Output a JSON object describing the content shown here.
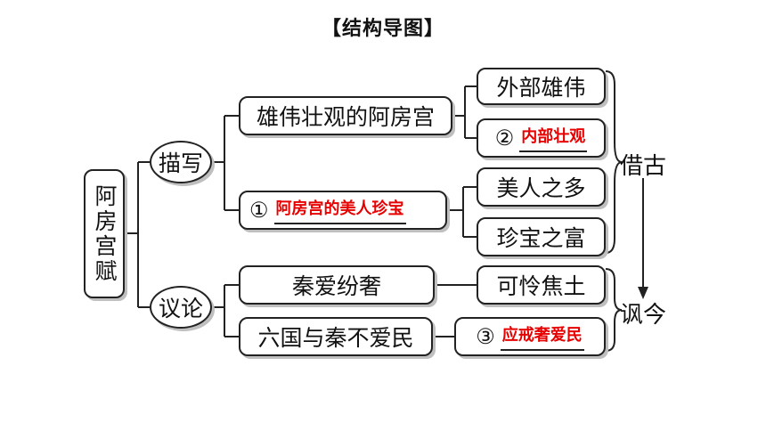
{
  "title": "【结构导图】",
  "root": "阿房宫赋",
  "level1": {
    "describe": "描写",
    "discuss": "议论"
  },
  "level2": {
    "palace": "雄伟壮观的阿房宫",
    "beauties_num": "①",
    "beauties_answer": "阿房宫的美人珍宝",
    "qin_luxury": "秦爱纷奢",
    "six_states": "六国与秦不爱民"
  },
  "level3": {
    "exterior": "外部雄伟",
    "interior_num": "②",
    "interior_answer": "内部壮观",
    "many_beauties": "美人之多",
    "rich_treasure": "珍宝之富",
    "ruin": "可怜焦土",
    "lesson_num": "③",
    "lesson_answer": "应戒奢爱民"
  },
  "side": {
    "past": "借古",
    "present": "讽今"
  },
  "colors": {
    "answer": "#e60000",
    "border": "#222222",
    "shadow": "#bfbfbf"
  }
}
